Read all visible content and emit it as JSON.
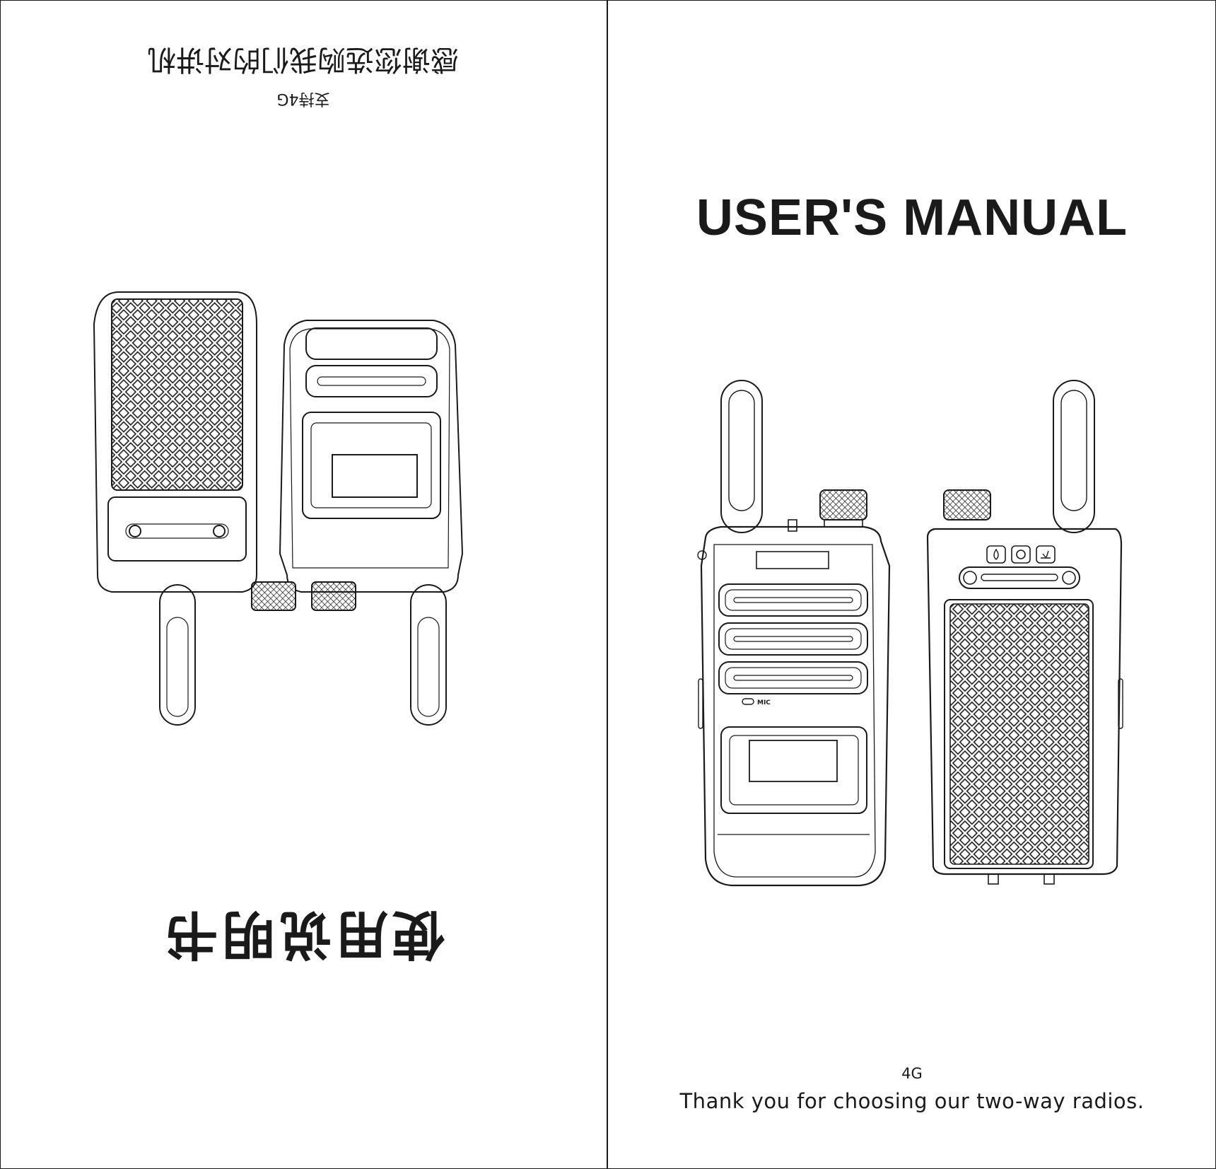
{
  "left_panel": {
    "orientation": "upside-down",
    "title_cn": "使用说明书",
    "thanks_cn": "感谢您选购我们的对讲机",
    "support_cn": "支持4G"
  },
  "right_panel": {
    "title": "USER'S MANUAL",
    "network_label": "4G",
    "thanks": "Thank you for choosing our two-way radios."
  },
  "illustration": {
    "mic_label": "MIC",
    "icons": [
      "drop-icon",
      "gear-icon",
      "hand-icon"
    ]
  },
  "colors": {
    "ink": "#1a1a1a",
    "paper": "#ffffff"
  }
}
